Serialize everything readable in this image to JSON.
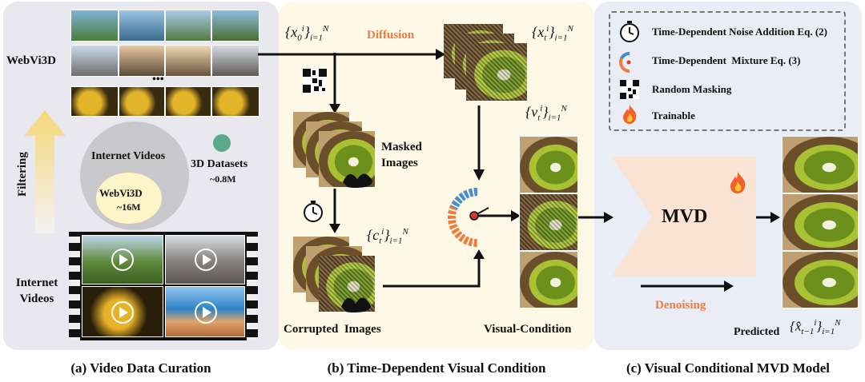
{
  "panel_a": {
    "webvi3d_label": "WebVi3D",
    "ellipsis": "•••",
    "filtering_label": "Filtering",
    "internet_videos_label": "Internet Videos",
    "internet_videos_circle": "Internet Videos",
    "webvi3d_circle": "WebVi3D",
    "webvi3d_count": "~16M",
    "datasets_label": "3D Datasets",
    "datasets_count": "~0.8M",
    "caption": "(a) Video Data Curation"
  },
  "panel_b": {
    "diffusion_label": "Diffusion",
    "masked_images_label": "Masked Images",
    "corrupted_images_label": "Corrupted  Images",
    "visual_condition_label": "Visual-Condition",
    "caption": "(b) Time-Dependent Visual Condition"
  },
  "panel_c": {
    "legend": [
      {
        "icon": "timer-icon",
        "text": "Time-Dependent Noise Addition Eq. (2)"
      },
      {
        "icon": "mixture-gauge-icon",
        "text": "Time-Dependent  Mixture Eq. (3)"
      },
      {
        "icon": "qr-mask-icon",
        "text": "Random Masking"
      },
      {
        "icon": "flame-icon",
        "text": "Trainable"
      }
    ],
    "mvd_label": "MVD",
    "denoising_label": "Denoising",
    "predicted_label": "Predicted",
    "caption": "(c) Visual Conditional MVD Model"
  },
  "colors": {
    "panel_a_bg": "#e8e8ee",
    "panel_b_bg": "#fdf9e6",
    "panel_c_bg": "#eaedf5",
    "accent_orange": "#f07b3f",
    "mvd_fill": "#fbe3d3",
    "dataset_dot": "#5aaa8a",
    "filter_arrow": "#f6e3a0"
  }
}
